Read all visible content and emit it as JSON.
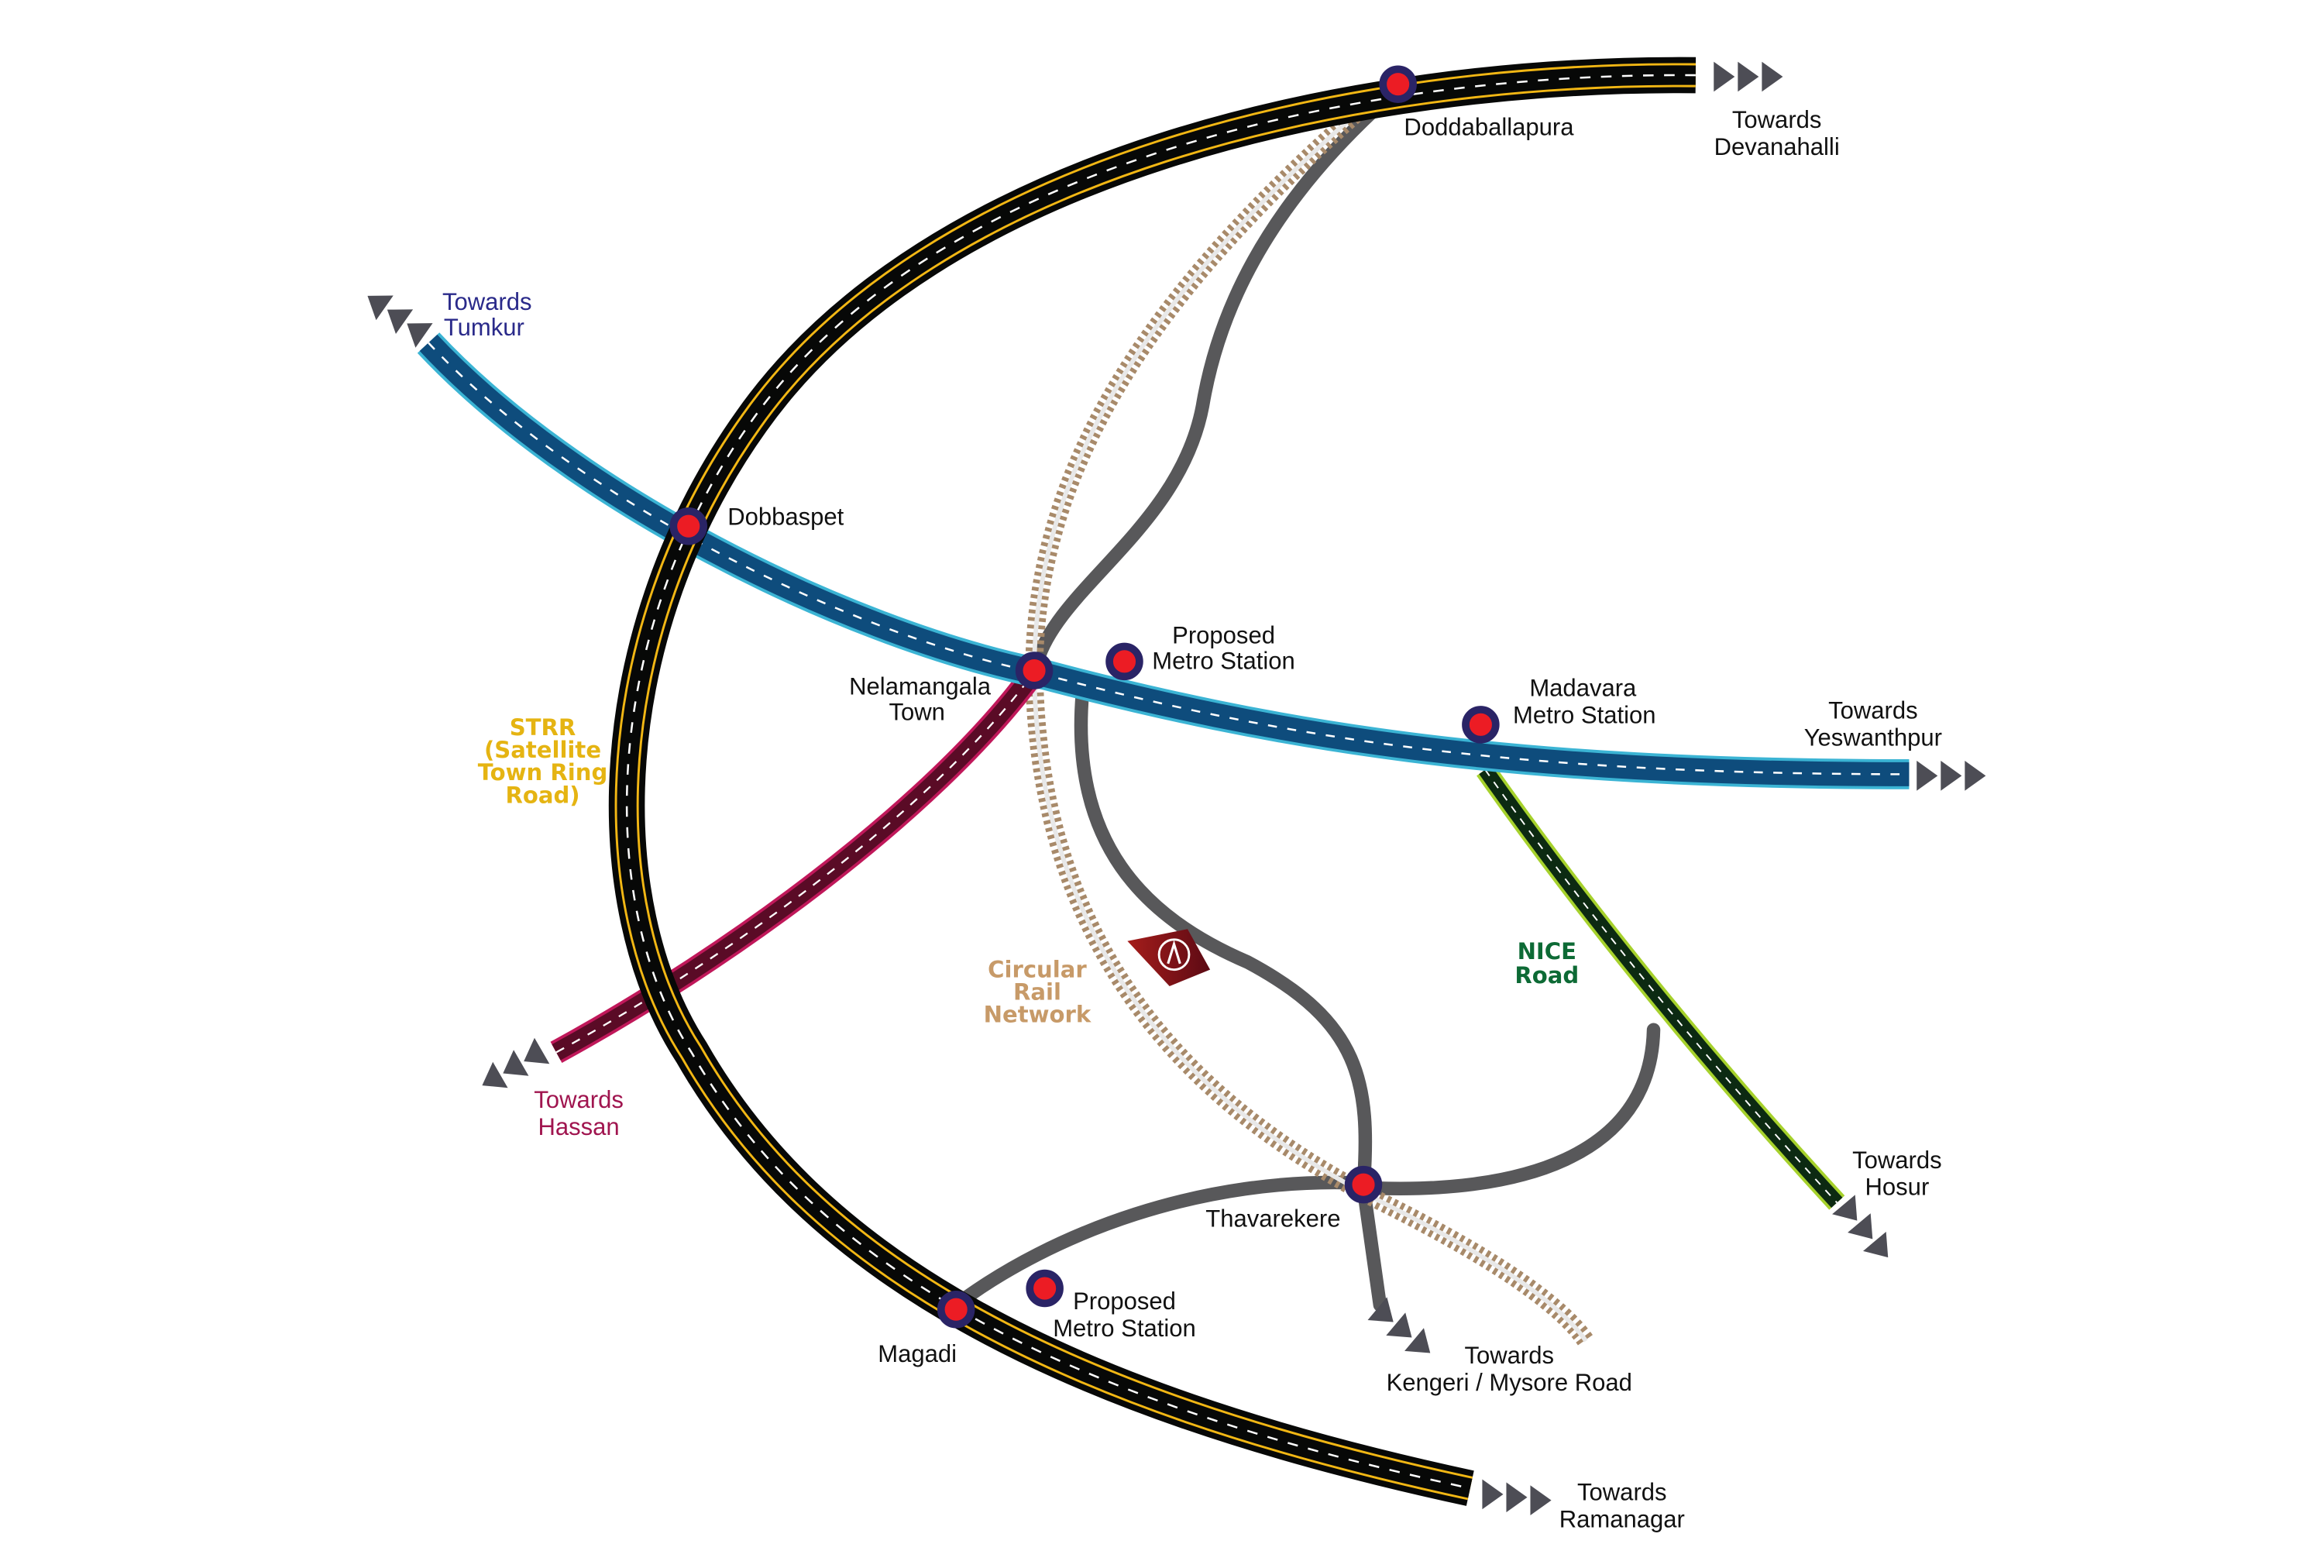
{
  "stations": [
    {
      "name": "Doddaballapura"
    },
    {
      "name": "Dobbaspet"
    },
    {
      "name_lines": [
        "Nelamangala",
        "Town"
      ]
    },
    {
      "name_lines": [
        "Proposed",
        "Metro Station"
      ]
    },
    {
      "name_lines": [
        "Madavara",
        "Metro Station"
      ]
    },
    {
      "name": "Thavarekere"
    },
    {
      "name": "Magadi"
    },
    {
      "name_lines": [
        "Proposed",
        "Metro Station"
      ]
    }
  ],
  "directions": {
    "devanahalli": [
      "Towards",
      "Devanahalli"
    ],
    "tumkur": [
      "Towards",
      "Tumkur"
    ],
    "yeswanthpur": [
      "Towards",
      "Yeswanthpur"
    ],
    "hassan": [
      "Towards",
      "Hassan"
    ],
    "hosur": [
      "Towards",
      "Hosur"
    ],
    "kengeri": [
      "Towards",
      "Kengeri / Mysore Road"
    ],
    "ramanagar": [
      "Towards",
      "Ramanagar"
    ]
  },
  "road_labels": {
    "strr": [
      "STRR",
      "(Satellite",
      "Town Ring",
      "Road)"
    ],
    "rail": [
      "Circular",
      "Rail",
      "Network"
    ],
    "nice": [
      "NICE",
      "Road"
    ]
  },
  "colors": {
    "strr": "#070807",
    "strr_edge": "#f2b714",
    "nh": "#0e4c7c",
    "nh_edge": "#3bb4d4",
    "hassan": "#5a0b26",
    "hassan_edge": "#c0185a",
    "nice": "#0c2a12",
    "nice_edge": "#a6d12c",
    "grey_road": "#58585a",
    "rail": "#a88a6a",
    "station_fill": "#ec1c24",
    "station_ring": "#2a2466",
    "logo": "#8b1414",
    "arrow": "#4d4d55"
  }
}
